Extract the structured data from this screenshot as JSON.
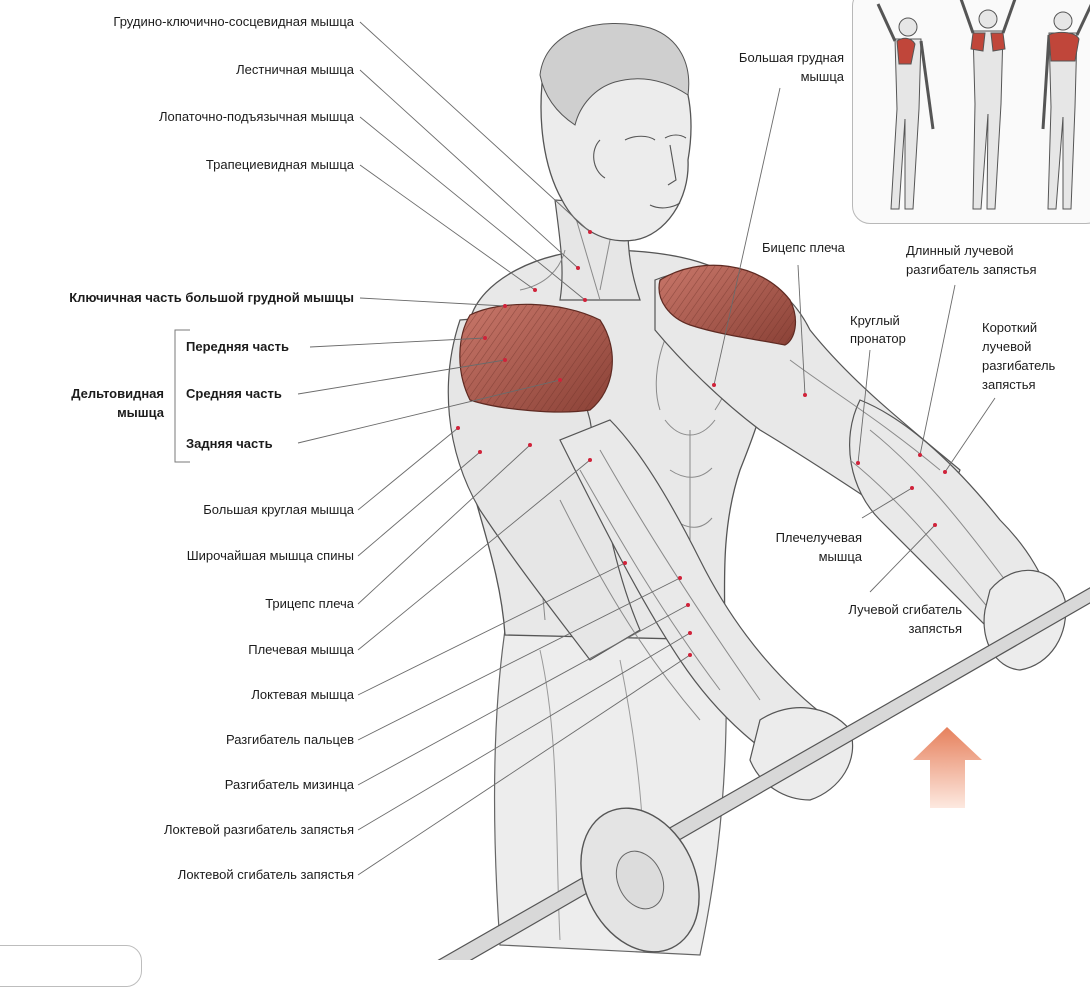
{
  "colors": {
    "muscle_highlight": "#a8584c",
    "muscle_highlight_dark": "#7c3a30",
    "leader_line": "#6b6b6b",
    "marker_dot": "#d0233a",
    "arrow_top": "#e88c6c",
    "arrow_bottom": "#fbe6dc",
    "body_fill": "#e9e9e9",
    "body_stroke": "#5a5a5a"
  },
  "labels_left": {
    "sternocleidomastoid": "Грудино-ключично-сосцевидная  мышца",
    "scalene": "Лестничная  мышца",
    "omohyoid": "Лопаточно-подъязычная  мышца",
    "trapezius": "Трапециевидная  мышца",
    "clavicular_pectoral": "Ключичная  часть  большой  грудной  мышцы",
    "teres_major": "Большая  круглая  мышца",
    "latissimus": "Широчайшая  мышца  спины",
    "triceps": "Трицепс  плеча",
    "brachialis": "Плечевая  мышца",
    "anconeus": "Локтевая  мышца",
    "extensor_digitorum": "Разгибатель  пальцев",
    "extensor_digiti_minimi": "Разгибатель  мизинца",
    "extensor_carpi_ulnaris": "Локтевой  разгибатель  запястья",
    "flexor_carpi_ulnaris": "Локтевой  сгибатель  запястья"
  },
  "deltoid_group": {
    "title_line1": "Дельтовидная",
    "title_line2": "мышца",
    "anterior": "Передняя  часть",
    "middle": "Средняя  часть",
    "posterior": "Задняя  часть"
  },
  "labels_right": {
    "pectoralis_major_line1": "Большая  грудная",
    "pectoralis_major_line2": "мышца",
    "biceps": "Бицепс  плеча",
    "ecrl_line1": "Длинный  лучевой",
    "ecrl_line2": "разгибатель  запястья",
    "pronator_line1": "Круглый",
    "pronator_line2": "пронатор",
    "ecrb_line1": "Короткий",
    "ecrb_line2": "лучевой",
    "ecrb_line3": "разгибатель",
    "ecrb_line4": "запястья",
    "brachioradialis_line1": "Плечелучевая",
    "brachioradialis_line2": "мышца",
    "fcr_line1": "Лучевой  сгибатель",
    "fcr_line2": "запястья"
  },
  "icons": {
    "movement_arrow": "up-arrow-icon",
    "inset": "three-figure-muscle-map"
  }
}
